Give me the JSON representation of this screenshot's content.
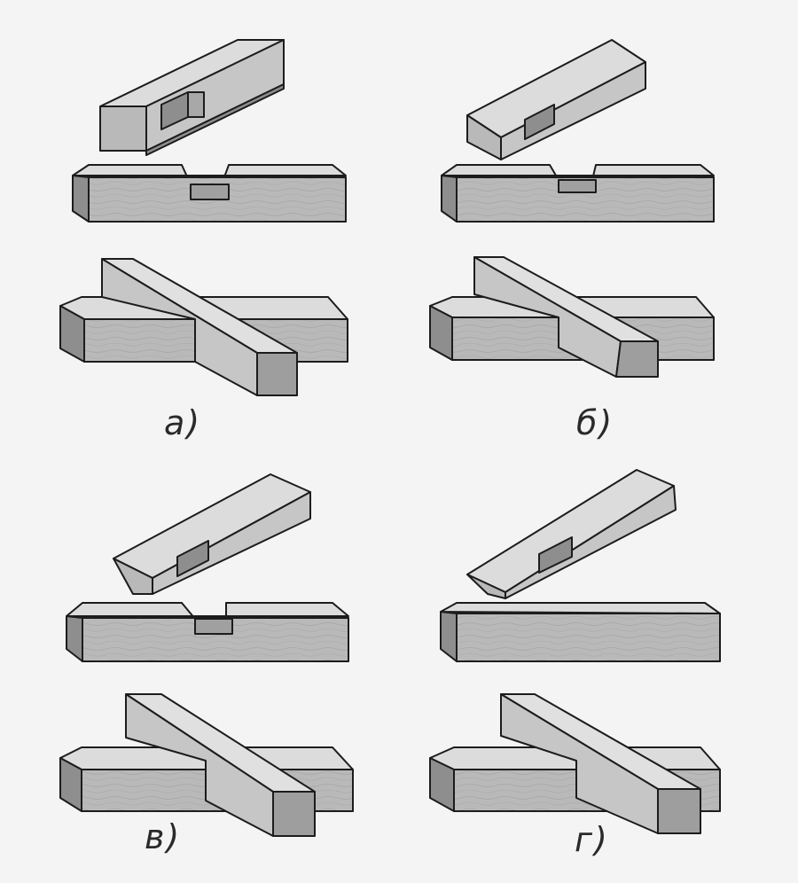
{
  "labels": {
    "a": "а)",
    "b": "б)",
    "v": "в)",
    "g": "г)"
  },
  "colors": {
    "background": "#f4f4f4",
    "wood_top": "#dcdcdc",
    "wood_front": "#b9b9b9",
    "wood_side": "#8e8e8e",
    "outline": "#1c1c1c"
  },
  "icons": {
    "panel": "lap-joint-illustration"
  }
}
